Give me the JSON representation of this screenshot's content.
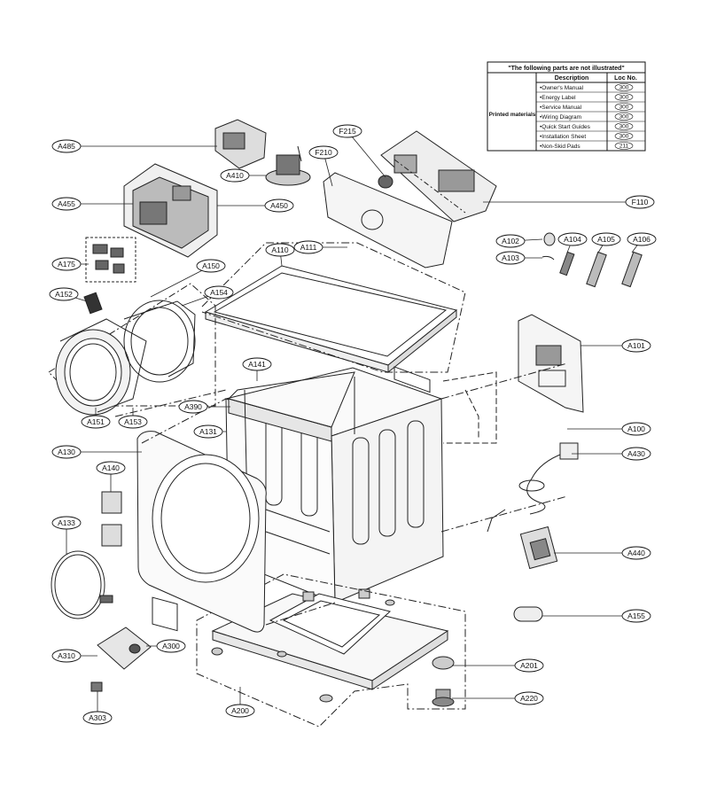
{
  "diagram": {
    "callouts": [
      {
        "id": "A485"
      },
      {
        "id": "A410"
      },
      {
        "id": "A455"
      },
      {
        "id": "A450"
      },
      {
        "id": "F215"
      },
      {
        "id": "F210"
      },
      {
        "id": "F110"
      },
      {
        "id": "A175"
      },
      {
        "id": "A150"
      },
      {
        "id": "A154"
      },
      {
        "id": "A152"
      },
      {
        "id": "A110"
      },
      {
        "id": "A111"
      },
      {
        "id": "A102"
      },
      {
        "id": "A103"
      },
      {
        "id": "A104"
      },
      {
        "id": "A105"
      },
      {
        "id": "A106"
      },
      {
        "id": "A101"
      },
      {
        "id": "A141"
      },
      {
        "id": "A390"
      },
      {
        "id": "A151"
      },
      {
        "id": "A153"
      },
      {
        "id": "A131"
      },
      {
        "id": "A130"
      },
      {
        "id": "A100"
      },
      {
        "id": "A430"
      },
      {
        "id": "A140"
      },
      {
        "id": "A133"
      },
      {
        "id": "A440"
      },
      {
        "id": "A155"
      },
      {
        "id": "A300"
      },
      {
        "id": "A310"
      },
      {
        "id": "A201"
      },
      {
        "id": "A220"
      },
      {
        "id": "A303"
      },
      {
        "id": "A200"
      }
    ]
  },
  "parts_table": {
    "title": "\"The following parts are not illustrated\"",
    "col_description": "Description",
    "col_loc": "Loc No.",
    "group_label": "Printed materials",
    "rows": [
      {
        "description": "•Owner's Manual",
        "loc": "300"
      },
      {
        "description": "•Energy Label",
        "loc": "300"
      },
      {
        "description": "•Service Manual",
        "loc": "300"
      },
      {
        "description": "•Wiring Diagram",
        "loc": "300"
      },
      {
        "description": "•Quick Start Guides",
        "loc": "300"
      },
      {
        "description": "•Installation Sheet",
        "loc": "300"
      },
      {
        "description": "•Non-Skid Pads",
        "loc": "211"
      }
    ]
  }
}
